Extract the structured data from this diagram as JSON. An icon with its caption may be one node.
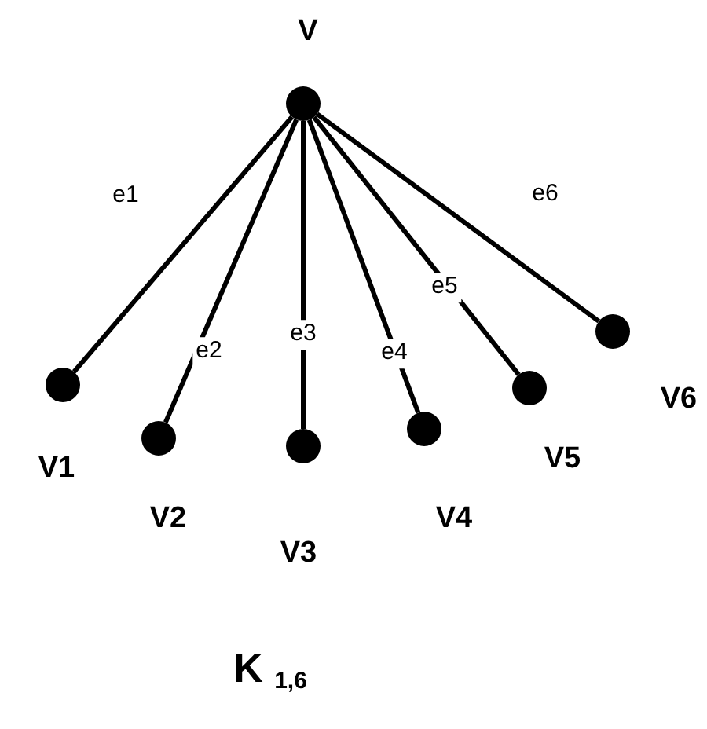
{
  "diagram": {
    "caption": "K $_{1,6}$",
    "nodes": [
      {
        "text": [],
        "shape": "circle",
        "beside": [
          "V"
        ]
      },
      {
        "text": [],
        "shape": "circle",
        "beside": [
          "V1"
        ]
      },
      {
        "text": [],
        "shape": "circle",
        "beside": [
          "V2"
        ]
      },
      {
        "text": [],
        "shape": "circle",
        "beside": [
          "V3"
        ]
      },
      {
        "text": [],
        "shape": "circle",
        "beside": [
          "V4"
        ]
      },
      {
        "text": [],
        "shape": "circle",
        "beside": [
          "V5"
        ]
      },
      {
        "text": [],
        "shape": "circle",
        "beside": [
          "V6"
        ]
      }
    ],
    "edges": [
      {
        "from": 0,
        "to": 1,
        "arrow": "none",
        "label": "e1"
      },
      {
        "from": 0,
        "to": 2,
        "arrow": "none",
        "label": "e2"
      },
      {
        "from": 0,
        "to": 3,
        "arrow": "none",
        "label": "e3"
      },
      {
        "from": 0,
        "to": 4,
        "arrow": "none",
        "label": "e4"
      },
      {
        "from": 0,
        "to": 5,
        "arrow": "none",
        "label": "e5"
      },
      {
        "from": 0,
        "to": 6,
        "arrow": "none",
        "label": "e6"
      }
    ]
  }
}
